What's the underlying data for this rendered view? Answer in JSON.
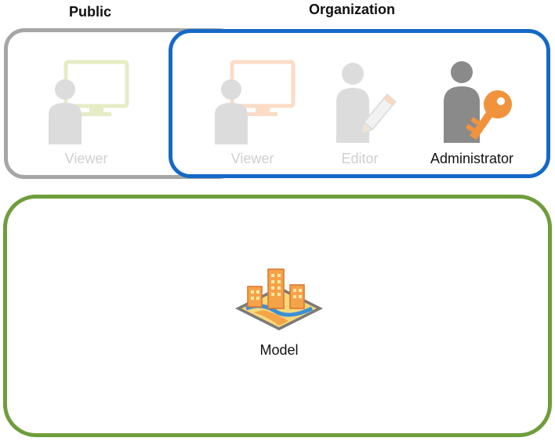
{
  "headings": {
    "public": "Public",
    "organization": "Organization"
  },
  "roles": {
    "public_viewer": {
      "label": "Viewer",
      "icon": "viewer-monitor-icon",
      "state": "faded"
    },
    "org_viewer": {
      "label": "Viewer",
      "icon": "viewer-monitor-icon",
      "state": "faded"
    },
    "org_editor": {
      "label": "Editor",
      "icon": "editor-pencil-icon",
      "state": "faded"
    },
    "org_admin": {
      "label": "Administrator",
      "icon": "administrator-key-icon",
      "state": "active"
    }
  },
  "model": {
    "label": "Model",
    "icon": "city-model-icon"
  },
  "colors": {
    "public_border": "#a6a6a6",
    "organization_border": "#1569c7",
    "model_border": "#6f9d3c",
    "key": "#f0933c",
    "person_active": "#8a8a8a",
    "person_faded": "#d9d9d9"
  }
}
